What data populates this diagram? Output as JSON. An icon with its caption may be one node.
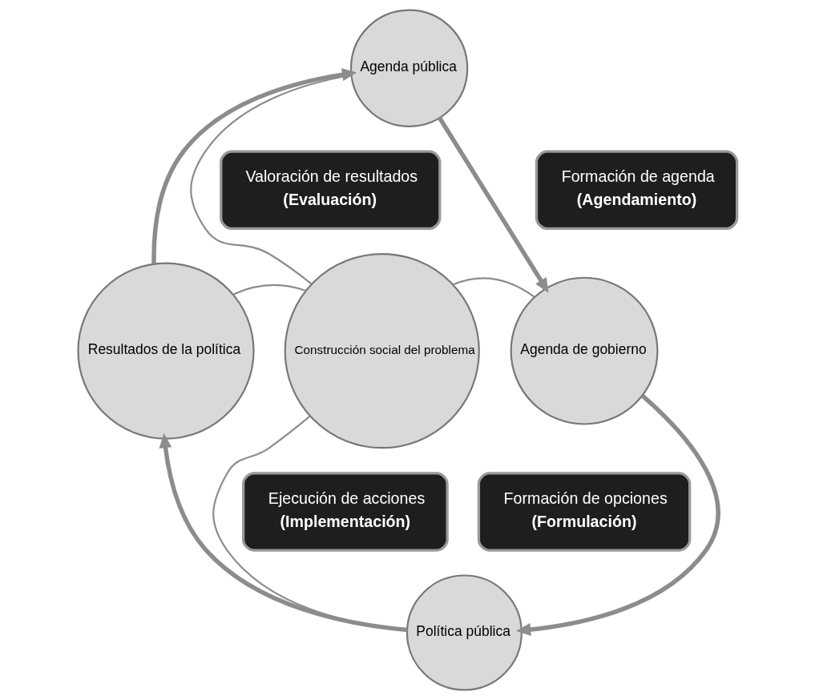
{
  "diagram": {
    "nodes": [
      {
        "text": [
          "Agenda pública"
        ]
      },
      {
        "text": [
          "Agenda de gobierno"
        ]
      },
      {
        "text": [
          "Política pública"
        ]
      },
      {
        "text": [
          "Resultados de la política"
        ]
      },
      {
        "text": [
          "Construcción social del problema"
        ]
      },
      {
        "text": [
          "Valoración de resultados",
          "(Evaluación)"
        ]
      },
      {
        "text": [
          "Formación de agenda",
          "(Agendamiento)"
        ]
      },
      {
        "text": [
          "Ejecución de acciones",
          "(Implementación)"
        ]
      },
      {
        "text": [
          "Formación de opciones",
          "(Formulación)"
        ]
      }
    ],
    "edges": [
      {
        "from": 0,
        "to": 1,
        "arrow": "to",
        "style": "thick"
      },
      {
        "from": 1,
        "to": 2,
        "arrow": "to",
        "style": "thick"
      },
      {
        "from": 2,
        "to": 3,
        "arrow": "to",
        "style": "thick"
      },
      {
        "from": 3,
        "to": 0,
        "arrow": "to",
        "style": "thick"
      },
      {
        "from": 0,
        "to": 4,
        "arrow": "none"
      },
      {
        "from": 3,
        "to": 4,
        "arrow": "none"
      },
      {
        "from": 4,
        "to": 1,
        "arrow": "none"
      },
      {
        "from": 4,
        "to": 2,
        "arrow": "none"
      }
    ]
  }
}
